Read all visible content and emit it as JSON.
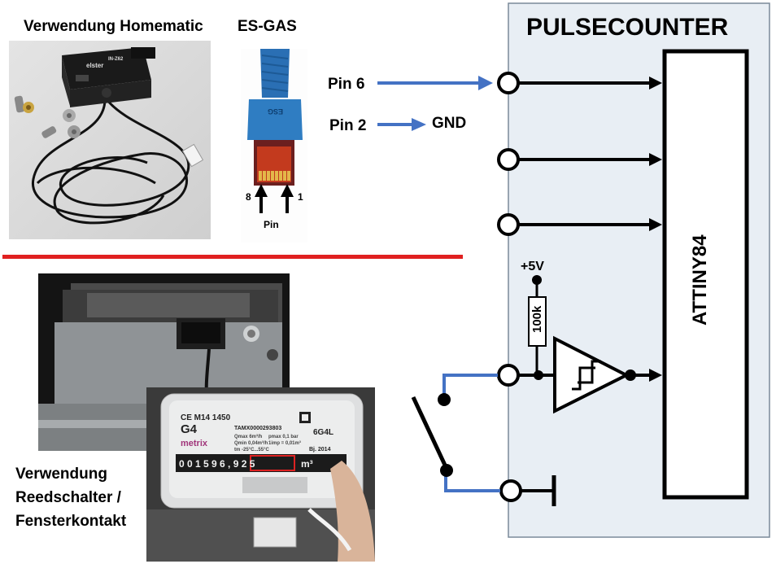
{
  "title": "PULSECOUNTER",
  "chip_label": "ATTINY84",
  "photos": {
    "homematic_caption": "Verwendung Homematic",
    "esgas_caption": "ES-GAS",
    "sensor_brand": "elster",
    "sensor_model": "IN-Z62",
    "connector_text": "ESG",
    "pin_label": "Pin",
    "pin_8": "8",
    "pin_1": "1",
    "reed_caption": [
      "Verwendung",
      "Reedschalter /",
      "Fensterkontakt"
    ]
  },
  "meter": {
    "brand": "metrix",
    "size": "G4",
    "model": "6G4L",
    "serial": "TAMX0000293803",
    "ce": "CE M14 1450",
    "year": "Bj. 2014",
    "unit": "m³",
    "digits": "0 0 1 5 9 6 , 9 2 5",
    "specs": [
      "Qmax 6m³/h",
      "pmax 0,1 bar",
      "Qmin 0,04m³/h",
      "1imp = 0,01m³",
      "tm -25°C...55°C"
    ]
  },
  "wiring": {
    "pin6": "Pin 6",
    "pin2": "Pin 2",
    "gnd": "GND",
    "vcc": "+5V",
    "resistor": "100k"
  },
  "colors": {
    "accent_blue": "#4472C4",
    "divider_red": "#E02020",
    "panel_bg": "#E8EEF4",
    "panel_border": "#7A8A9A"
  }
}
